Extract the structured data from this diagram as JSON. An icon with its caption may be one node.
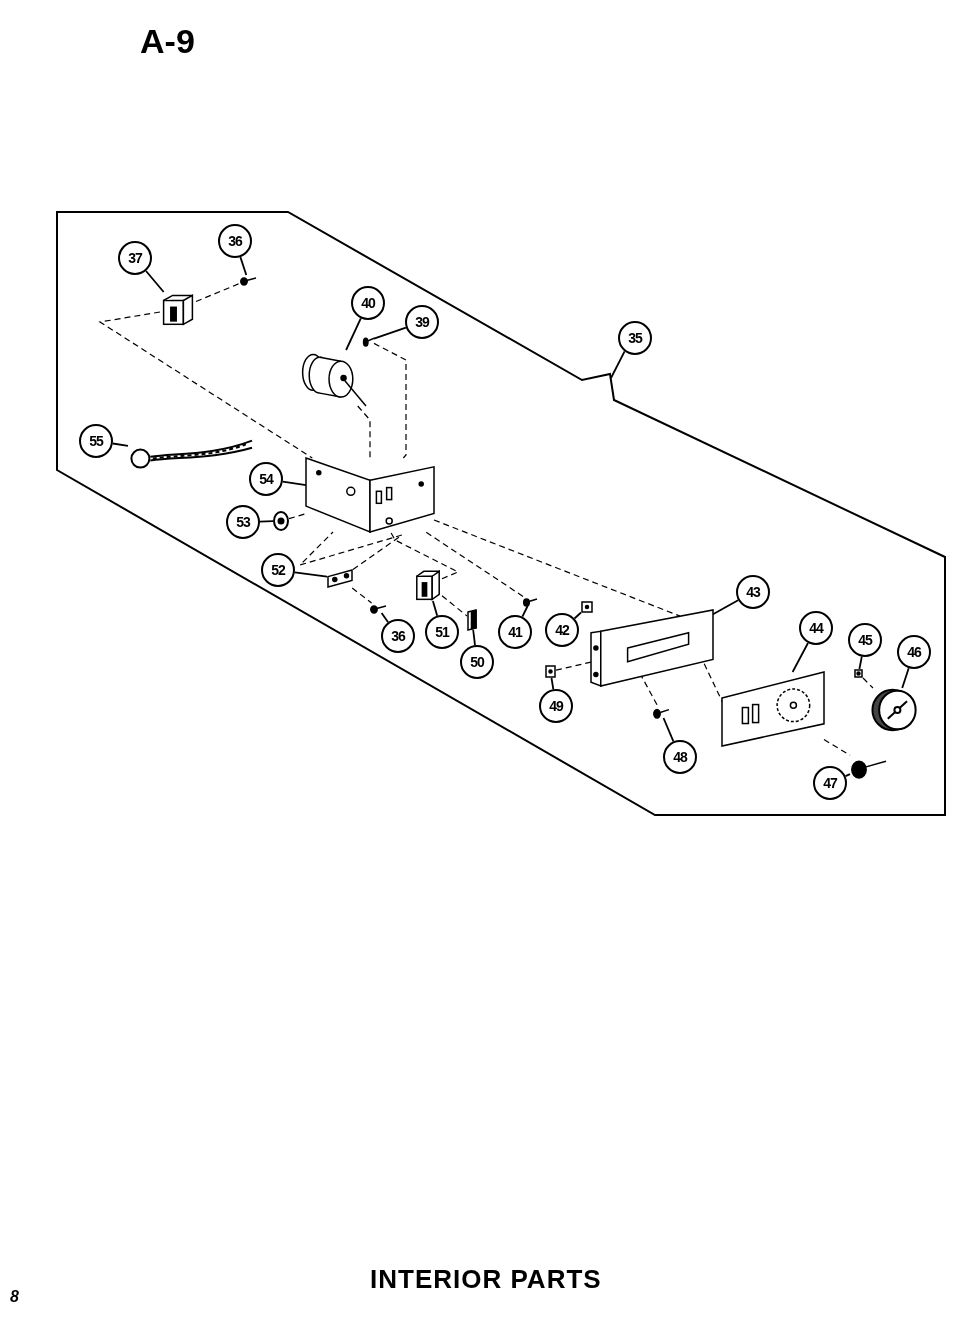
{
  "diagram": {
    "title": "A-9",
    "caption": "INTERIOR PARTS",
    "nodes": [
      {
        "text": [],
        "shape": "box"
      },
      {
        "text": [
          "37"
        ],
        "in": 0
      },
      {
        "text": [],
        "shape": "picture",
        "in": 0
      },
      {
        "text": [
          "36"
        ],
        "in": 0
      },
      {
        "text": [],
        "shape": "picture",
        "in": 0
      },
      {
        "text": [
          "40"
        ],
        "in": 0
      },
      {
        "text": [],
        "shape": "picture",
        "in": 0
      },
      {
        "text": [
          "39"
        ],
        "in": 0
      },
      {
        "text": [],
        "shape": "picture",
        "in": 0
      },
      {
        "text": [
          "35"
        ]
      },
      {
        "text": [
          "55"
        ],
        "in": 0
      },
      {
        "text": [],
        "shape": "picture",
        "in": 0
      },
      {
        "text": [
          "54"
        ],
        "in": 0
      },
      {
        "text": [],
        "shape": "picture",
        "in": 0
      },
      {
        "text": [
          "53"
        ],
        "in": 0
      },
      {
        "text": [],
        "shape": "picture",
        "in": 0
      },
      {
        "text": [
          "52"
        ],
        "in": 0
      },
      {
        "text": [],
        "shape": "picture",
        "in": 0
      },
      {
        "text": [
          "36"
        ],
        "in": 0
      },
      {
        "text": [],
        "shape": "picture",
        "in": 0
      },
      {
        "text": [
          "51"
        ],
        "in": 0
      },
      {
        "text": [],
        "shape": "picture",
        "in": 0
      },
      {
        "text": [
          "50"
        ],
        "in": 0
      },
      {
        "text": [],
        "shape": "picture",
        "in": 0
      },
      {
        "text": [
          "41"
        ],
        "in": 0
      },
      {
        "text": [],
        "shape": "picture",
        "in": 0
      },
      {
        "text": [
          "42"
        ],
        "in": 0
      },
      {
        "text": [],
        "shape": "picture",
        "in": 0
      },
      {
        "text": [
          "43"
        ],
        "in": 0
      },
      {
        "text": [],
        "shape": "picture",
        "in": 0
      },
      {
        "text": [
          "44"
        ],
        "in": 0
      },
      {
        "text": [],
        "shape": "picture",
        "in": 0
      },
      {
        "text": [
          "45"
        ],
        "in": 0
      },
      {
        "text": [],
        "shape": "picture",
        "in": 0
      },
      {
        "text": [
          "46"
        ],
        "in": 0
      },
      {
        "text": [],
        "shape": "picture",
        "in": 0
      },
      {
        "text": [
          "49"
        ],
        "in": 0
      },
      {
        "text": [],
        "shape": "picture",
        "in": 0
      },
      {
        "text": [
          "48"
        ],
        "in": 0
      },
      {
        "text": [],
        "shape": "picture",
        "in": 0
      },
      {
        "text": [
          "47"
        ],
        "in": 0
      },
      {
        "text": [],
        "shape": "picture",
        "in": 0
      }
    ],
    "edges": [
      {
        "from": 1,
        "to": 2,
        "arrow": "none"
      },
      {
        "from": 3,
        "to": 4,
        "arrow": "none"
      },
      {
        "from": 5,
        "to": 6,
        "arrow": "none"
      },
      {
        "from": 7,
        "to": 8,
        "arrow": "none"
      },
      {
        "from": 9,
        "to": 0,
        "arrow": "none"
      },
      {
        "from": 10,
        "to": 11,
        "arrow": "none"
      },
      {
        "from": 12,
        "to": 13,
        "arrow": "none"
      },
      {
        "from": 14,
        "to": 15,
        "arrow": "none"
      },
      {
        "from": 16,
        "to": 17,
        "arrow": "none"
      },
      {
        "from": 18,
        "to": 19,
        "arrow": "none"
      },
      {
        "from": 20,
        "to": 21,
        "arrow": "none"
      },
      {
        "from": 22,
        "to": 23,
        "arrow": "none"
      },
      {
        "from": 24,
        "to": 25,
        "arrow": "none"
      },
      {
        "from": 26,
        "to": 27,
        "arrow": "none"
      },
      {
        "from": 28,
        "to": 29,
        "arrow": "none"
      },
      {
        "from": 30,
        "to": 31,
        "arrow": "none"
      },
      {
        "from": 32,
        "to": 33,
        "arrow": "none"
      },
      {
        "from": 34,
        "to": 35,
        "arrow": "none"
      },
      {
        "from": 36,
        "to": 37,
        "arrow": "none"
      },
      {
        "from": 38,
        "to": 39,
        "arrow": "none"
      },
      {
        "from": 40,
        "to": 41,
        "arrow": "none"
      },
      {
        "from": 2,
        "to": 4,
        "arrow": "none",
        "style": "dashed"
      },
      {
        "from": 2,
        "to": 13,
        "arrow": "none",
        "style": "dashed"
      },
      {
        "from": 8,
        "to": 13,
        "arrow": "none",
        "style": "dashed"
      },
      {
        "from": 6,
        "to": 13,
        "arrow": "none",
        "style": "dashed"
      },
      {
        "from": 15,
        "to": 13,
        "arrow": "none",
        "style": "dashed"
      },
      {
        "from": 17,
        "to": 13,
        "arrow": "none",
        "style": "dashed"
      },
      {
        "from": 17,
        "to": 19,
        "arrow": "none",
        "style": "dashed"
      },
      {
        "from": 21,
        "to": 13,
        "arrow": "none",
        "style": "dashed"
      },
      {
        "from": 21,
        "to": 23,
        "arrow": "none",
        "style": "dashed"
      },
      {
        "from": 25,
        "to": 13,
        "arrow": "none",
        "style": "dashed"
      },
      {
        "from": 13,
        "to": 29,
        "arrow": "none",
        "style": "dashed"
      },
      {
        "from": 37,
        "to": 29,
        "arrow": "none",
        "style": "dashed"
      },
      {
        "from": 29,
        "to": 31,
        "arrow": "none",
        "style": "dashed"
      },
      {
        "from": 29,
        "to": 39,
        "arrow": "none",
        "style": "dashed"
      },
      {
        "from": 31,
        "to": 41,
        "arrow": "none",
        "style": "dashed"
      },
      {
        "from": 33,
        "to": 35,
        "arrow": "none",
        "style": "dashed"
      }
    ],
    "labels": [
      "8"
    ]
  }
}
